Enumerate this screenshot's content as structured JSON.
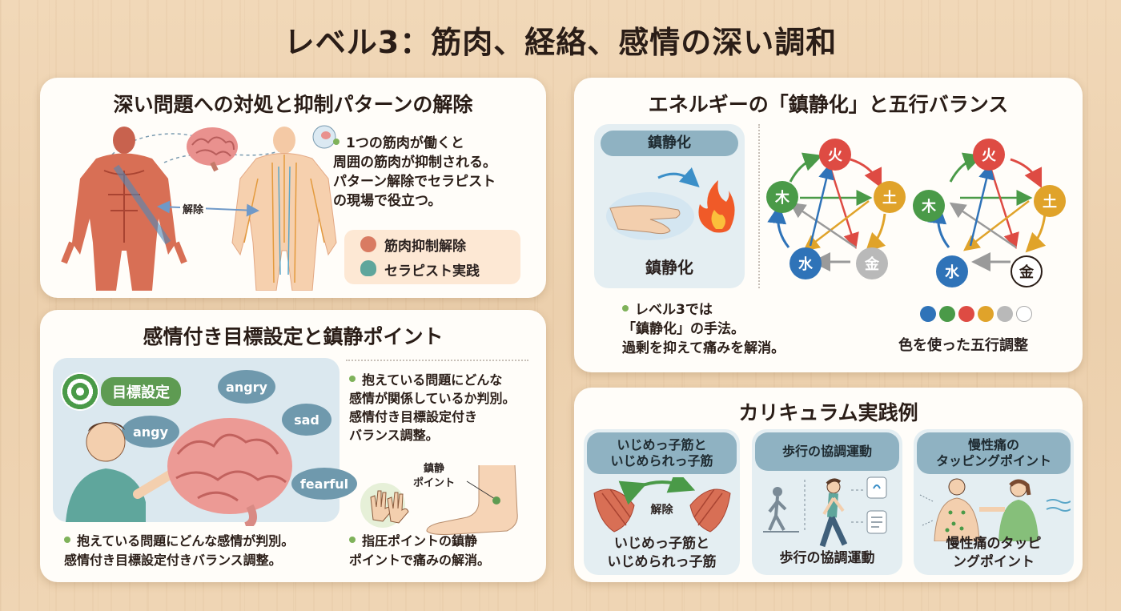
{
  "title": "レベル3：筋肉、経絡、感情の深い調和",
  "card1": {
    "title": "深い問題への対処と抑制パターンの解除",
    "arrow_label": "解除",
    "bullet_lines": [
      "1つの筋肉が働くと",
      "周囲の筋肉が抑制される。",
      "パターン解除でセラピスト",
      "の現場で役立つ。"
    ],
    "chip1": "筋肉抑制解除",
    "chip2": "セラピスト実践"
  },
  "card2": {
    "title": "エネルギーの「鎮静化」と五行バランス",
    "panel_head": "鎮静化",
    "panel_foot": "鎮静化",
    "bullet_lines": [
      "レベル3では",
      "「鎮静化」の手法。",
      "過剰を抑えて痛みを解消。"
    ],
    "elements": {
      "fire": "火",
      "earth": "土",
      "metal": "金",
      "water": "水",
      "wood": "木"
    },
    "color_caption": "色を使った五行調整",
    "colors": [
      "#2f73b8",
      "#4a9a48",
      "#de4b43",
      "#e0a32a",
      "#b9b9b9",
      "#ffffff"
    ]
  },
  "card3": {
    "title": "感情付き目標設定と鎮静ポイント",
    "goal_label": "目標設定",
    "emotions": [
      "angry",
      "angy",
      "sad",
      "fearful"
    ],
    "right_bullet": [
      "抱えている問題にどんな",
      "感情が関係しているか判別。",
      "感情付き目標設定付き",
      "バランス調整。"
    ],
    "point_label": [
      "鎮静",
      "ポイント"
    ],
    "bottom_left": [
      "抱えている問題にどんな感情が判別。",
      "感情付き目標設定付きバランス調整。"
    ],
    "bottom_right": [
      "指圧ポイントの鎮静",
      "ポイントで痛みの解消。"
    ]
  },
  "card4": {
    "title": "カリキュラム実践例",
    "panels": [
      {
        "head": [
          "いじめっ子筋と",
          "いじめられっ子筋"
        ],
        "inner": "解除",
        "foot": [
          "いじめっ子筋と",
          "いじめられっ子筋"
        ]
      },
      {
        "head": [
          "歩行の協調運動"
        ],
        "foot": [
          "歩行の協調運動"
        ]
      },
      {
        "head": [
          "慢性痛の",
          "タッピングポイント"
        ],
        "foot": [
          "慢性痛のタッピ",
          "ングポイント"
        ]
      }
    ]
  }
}
